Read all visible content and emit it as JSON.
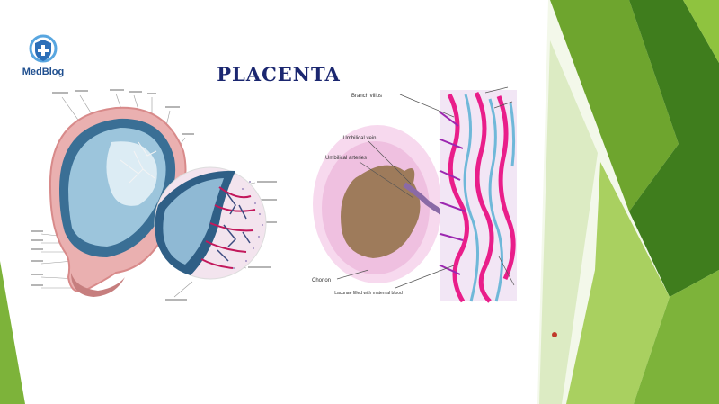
{
  "slide": {
    "title": "PLACENTA",
    "logo_text": "MedBlog"
  },
  "left_figure": {
    "icon": "uterus-fetus-cross-section-illustration"
  },
  "right_figure": {
    "icon": "placental-villi-blood-vessel-illustration",
    "labels": [
      "Branch villus",
      "Umbilical vein",
      "Umbilical arteries",
      "Chorion",
      "Lacunae filled with maternal blood"
    ]
  },
  "colors": {
    "title": "#1b2770",
    "logo": "#1f4f8f",
    "accent_green": "#7db33a",
    "dark_green": "#4b8a22",
    "light_green": "#c8e29a"
  }
}
